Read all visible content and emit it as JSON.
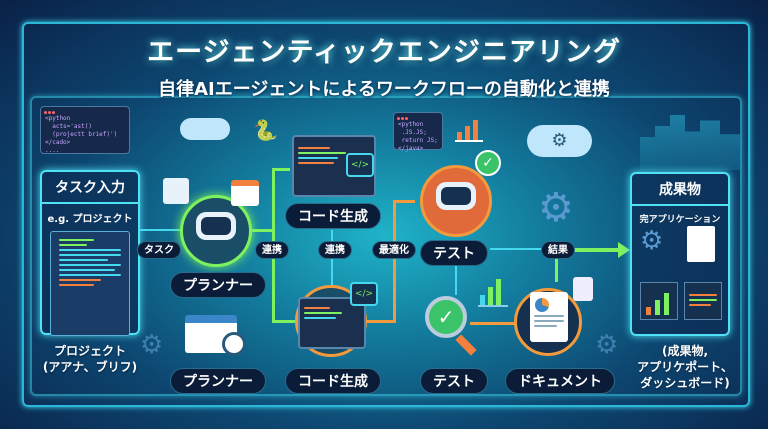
{
  "header": {
    "title": "エージェンティックエンジニアリング",
    "subtitle": "自律AIエージェントによるワークフローの自動化と連携"
  },
  "snippets": {
    "left": "<python\n  acts='ast()\n  (projectt brief)')\n</cado>\n....",
    "middle": "<python\n .JS.JS;\n return JS;\n</java>"
  },
  "input_panel": {
    "title": "タスク入力",
    "example": "e.g. プロジェクト",
    "caption": "プロジェクト\n(アアナ、ブリフ)"
  },
  "nodes": {
    "planner": "プランナー",
    "planner2": "プランナー",
    "codegen": "コード生成",
    "codegen2": "コード生成",
    "test": "テスト",
    "test2": "テスト",
    "document": "ドキュメント"
  },
  "edge_labels": {
    "task": "タスク",
    "link1": "連携",
    "link2": "連携",
    "optimize": "最適化",
    "result": "結果"
  },
  "output_panel": {
    "title": "成果物",
    "subtitle": "完アプリケーション",
    "caption": "(成果物,\nアプリケポート、\nダッシュボード)"
  },
  "colors": {
    "frame": "#3fd9f0",
    "green": "#7df25e",
    "orange": "#f39a3c",
    "pill": "#0b1c38"
  },
  "icons": [
    "code-window-icon",
    "cloud-upload-icon",
    "python-logo-icon",
    "robot-icon",
    "calendar-icon",
    "map-icon",
    "clock-icon",
    "gear-icon",
    "magnifier-check-icon",
    "document-chart-icon",
    "bar-chart-icon",
    "cloud-gear-icon",
    "city-icon"
  ]
}
